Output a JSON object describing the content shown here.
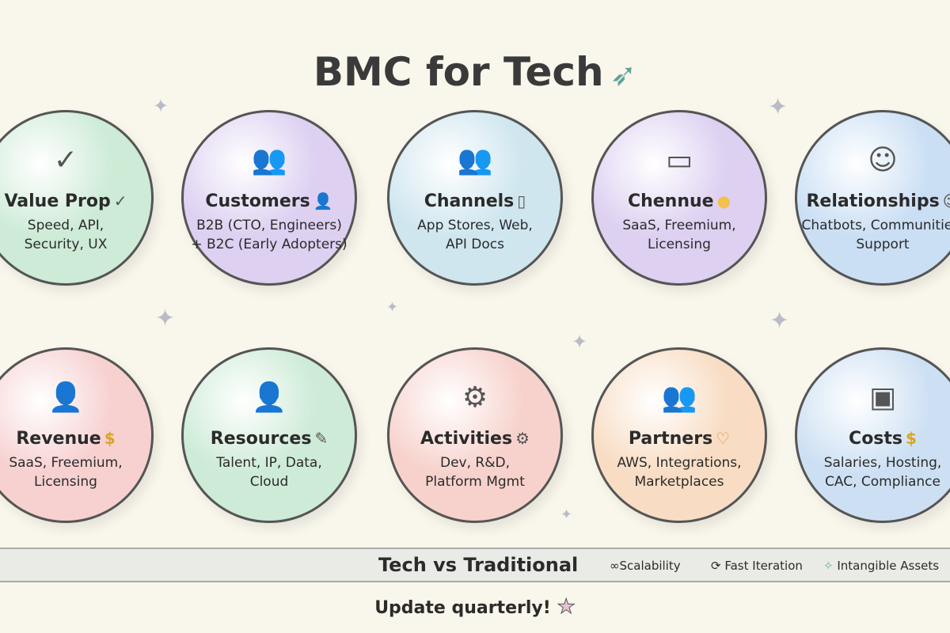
{
  "title": "BMC for Tech",
  "blocks": [
    {
      "label": "Value Prop",
      "icon": "check-circle-icon",
      "mini_icon": "check-icon",
      "desc1": "Speed, API,",
      "desc2": "Security, UX",
      "color": "#cdebd6"
    },
    {
      "label": "Customers",
      "icon": "users-icon",
      "mini_icon": "person-icon",
      "desc1": "B2B (CTO, Engineers)",
      "desc2": "+ B2C (Early Adopters)",
      "color": "#ddd0f1"
    },
    {
      "label": "Channels",
      "icon": "users-icon",
      "mini_icon": "phone-icon",
      "desc1": "App Stores, Web,",
      "desc2": "API Docs",
      "color": "#cfe6ef"
    },
    {
      "label": "Chennue",
      "icon": "browser-window-icon",
      "mini_icon": "speech-bubble-icon",
      "desc1": "SaaS, Freemium,",
      "desc2": "Licensing",
      "color": "#ddd0f1"
    },
    {
      "label": "Relationships",
      "icon": "chat-smile-icon",
      "mini_icon": "smile-icon",
      "desc1": "Chatbots, Communities,",
      "desc2": "Support",
      "color": "#cadff4"
    },
    {
      "label": "Revenue",
      "icon": "person-card-icon",
      "mini_icon": "dollar-icon",
      "desc1": "SaaS, Freemium,",
      "desc2": "Licensing",
      "color": "#f7d0d0"
    },
    {
      "label": "Resources",
      "icon": "person-icon",
      "mini_icon": "pen-icon",
      "desc1": "Talent, IP, Data,",
      "desc2": "Cloud",
      "color": "#cdebd6"
    },
    {
      "label": "Activities",
      "icon": "gear-icon",
      "mini_icon": "gear-icon",
      "desc1": "Dev, R&D,",
      "desc2": "Platform Mgmt",
      "color": "#f7d2cc"
    },
    {
      "label": "Partners",
      "icon": "users-icon",
      "mini_icon": "heart-icon",
      "desc1": "AWS, Integrations,",
      "desc2": "Marketplaces",
      "color": "#f8ddc4"
    },
    {
      "label": "Costs",
      "icon": "box-icon",
      "mini_icon": "dollar-icon",
      "desc1": "Salaries, Hosting,",
      "desc2": "CAC, Compliance",
      "color": "#cde0f3"
    }
  ],
  "band": {
    "title": "Tech vs Traditional",
    "items": [
      {
        "icon": "infinity-icon",
        "label": "Scalability"
      },
      {
        "icon": "refresh-icon",
        "label": "Fast Iteration"
      },
      {
        "icon": "diamond-icon",
        "label": "Intangible Assets"
      }
    ]
  },
  "footer": "Update quarterly!"
}
